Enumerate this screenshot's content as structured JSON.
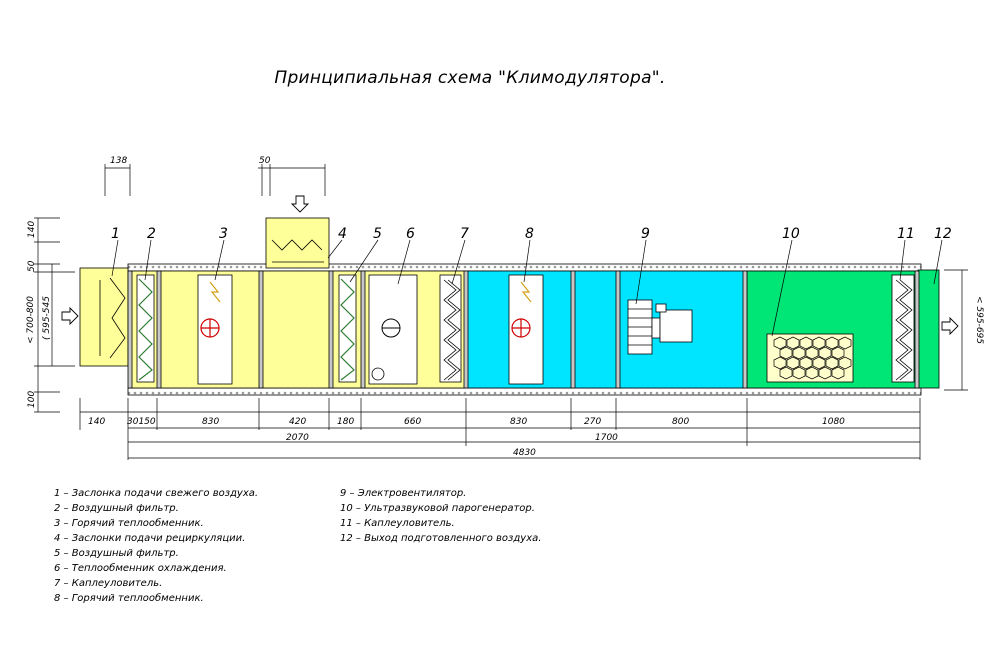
{
  "title": "Принципиальная схема \"Климодулятора\".",
  "colors": {
    "yellow": "#ffff99",
    "cyan": "#00e5ff",
    "green": "#00e676",
    "casing": "#b0b0b0",
    "heater_red": "#ff0000"
  },
  "labels": {
    "n1": "1",
    "n2": "2",
    "n3": "3",
    "n4": "4",
    "n5": "5",
    "n6": "6",
    "n7": "7",
    "n8": "8",
    "n9": "9",
    "n10": "10",
    "n11": "11",
    "n12": "12"
  },
  "dimensions": {
    "top_138": "138",
    "top_50": "50",
    "left_140": "140",
    "left_50": "50",
    "left_range": "< 700-800",
    "left_range2": "( 595-545",
    "left_100": "100",
    "right_range": "< 595-695",
    "b_140": "140",
    "b_30_150": "30150",
    "b_830a": "830",
    "b_420": "420",
    "b_180": "180",
    "b_660": "660",
    "b_830b": "830",
    "b_270": "270",
    "b_800": "800",
    "b_1080": "1080",
    "sum_2070": "2070",
    "sum_1700": "1700",
    "total_4830": "4830"
  },
  "legend_left": [
    "1 – Заслонка подачи свежего воздуха.",
    "2 – Воздушный фильтр.",
    "3 – Горячий теплообменник.",
    "4 – Заслонки подачи рециркуляции.",
    "5 – Воздушный фильтр.",
    "6 – Теплообменник охлаждения.",
    "7 – Каплеуловитель.",
    "8 – Горячий теплообменник."
  ],
  "legend_right": [
    "9 – Электровентилятор.",
    "10 – Ультразвуковой парогенератор.",
    "11 – Каплеуловитель.",
    "12 – Выход подготовленного воздуха."
  ]
}
